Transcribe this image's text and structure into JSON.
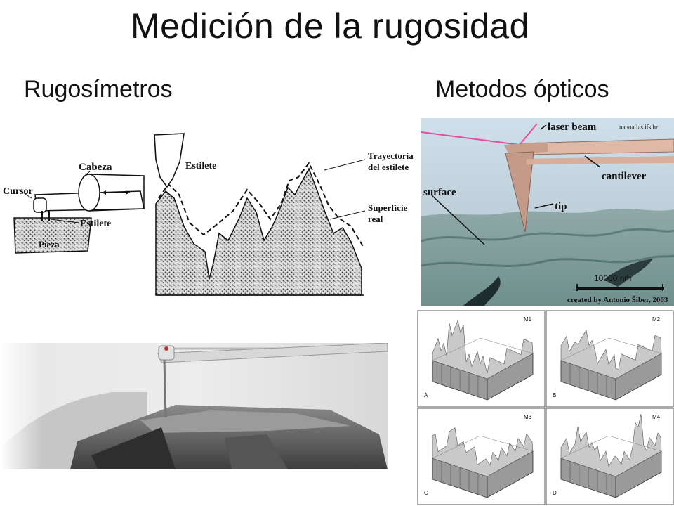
{
  "slide": {
    "title": "Medición de la rugosidad",
    "left_heading": "Rugosímetros",
    "right_heading": "Metodos ópticos"
  },
  "profilometer_diagram": {
    "labels": {
      "cabeza": "Cabeza",
      "cursor": "Cursor",
      "estilete_small": "Estilete",
      "pieza": "Pieza",
      "estilete_big": "Estilete",
      "trayectoria_1": "Trayectoria",
      "trayectoria_2": "del estilete",
      "superficie_1": "Superficie",
      "superficie_2": "real"
    }
  },
  "afm_render": {
    "labels": {
      "watermark": "nanoatlas.ifs.hr",
      "laser": "laser beam",
      "cantilever": "cantilever",
      "surface": "surface",
      "tip": "tip",
      "scale": "10000 nm",
      "credit": "created by Antonio Šiber, 2003"
    }
  },
  "afm_grid": {
    "panels": [
      {
        "name": "M1",
        "letter": "A"
      },
      {
        "name": "M2",
        "letter": "B"
      },
      {
        "name": "M3",
        "letter": "C"
      },
      {
        "name": "M4",
        "letter": "D"
      }
    ]
  }
}
